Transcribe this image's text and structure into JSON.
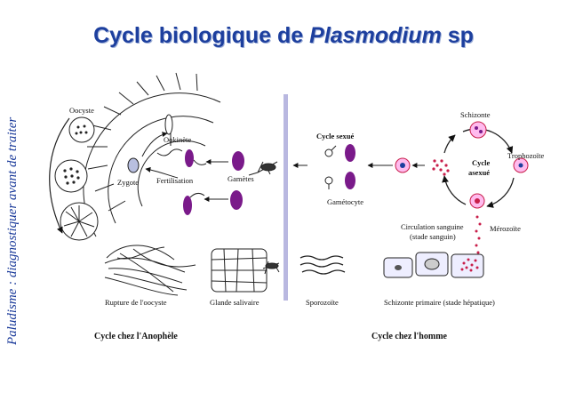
{
  "side_caption": "Paludisme : diagnostiquer avant de traiter",
  "title": {
    "prefix": "Cycle biologique de ",
    "genus": "Plasmodium",
    "suffix": " sp"
  },
  "labels": {
    "oocyste": "Oocyste",
    "ookinete": "Ookinète",
    "zygote": "Zygote",
    "fertilisation": "Fertilisation",
    "gametes": "Gamètes",
    "rupture": "Rupture de l'oocyste",
    "glande": "Glande salivaire",
    "cycle_sexue": "Cycle sexué",
    "gametocyte": "Gamétocyte",
    "schizonte": "Schizonte",
    "trophozoite": "Trophozoïte",
    "cycle_asexue_1": "Cycle",
    "cycle_asexue_2": "asexué",
    "circulation_1": "Circulation sanguine",
    "circulation_2": "(stade sanguin)",
    "merozoite": "Mérozoïte",
    "sporozoite": "Sporozoïte",
    "schizonte_primaire": "Schizonte primaire (stade hépatique)",
    "cycle_anophele": "Cycle chez l'Anophèle",
    "cycle_homme": "Cycle chez l'homme"
  },
  "colors": {
    "title": "#1d3f9e",
    "caption": "#1a3a9a",
    "divider": "#b9b8e0",
    "parasite": "#7a1a8a",
    "blood_cell": "#c81e4a"
  }
}
